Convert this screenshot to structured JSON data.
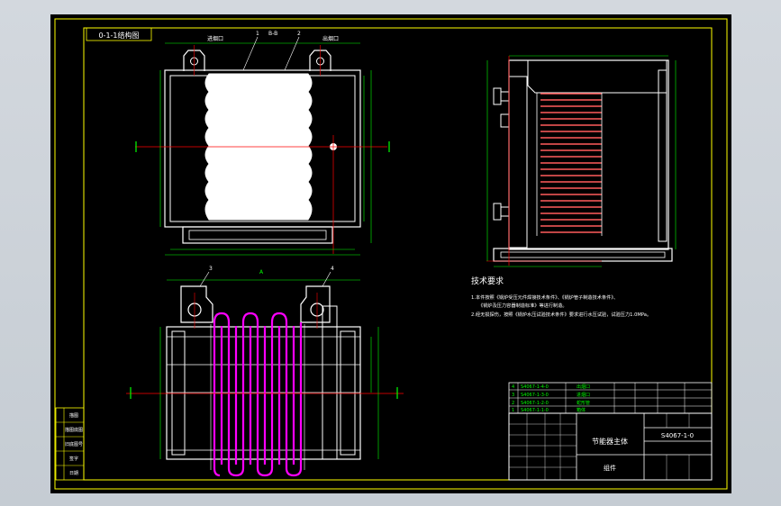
{
  "colors": {
    "background": "#000000",
    "frame": "#ffff00",
    "part": "#ffffff",
    "tube": "#ff00ff",
    "centerline": "#ff0000",
    "dimension": "#00ff00",
    "table_text": "#00ff00"
  },
  "drawing": {
    "view_title": "0-1-1结构图",
    "section_label": "B-B",
    "inlet_label": "进烟口",
    "outlet_label": "出烟口",
    "part_callouts": [
      "1",
      "2",
      "3",
      "4"
    ],
    "axis_label": "A",
    "technical_title": "技术要求",
    "technical_notes": [
      "1.本件按照《锅炉受压元件焊接技术条件》、《锅炉管子制造技术条件》、",
      "《锅炉及压力容器制造标准》等进行制造。",
      "2.经无损探伤，按照《锅炉水压试验技术条件》要求进行水压试验，试验压力1.0MPa。"
    ]
  },
  "title_block": {
    "side_labels": [
      "描图",
      "描图底图",
      "旧底图号",
      "签字",
      "日期"
    ],
    "bom_rows": [
      [
        "4",
        "S4067-1-4-0",
        "出烟口"
      ],
      [
        "3",
        "S4067-1-3-0",
        "进烟口"
      ],
      [
        "2",
        "S4067-1-2-0",
        "蛇形管"
      ],
      [
        "1",
        "S4067-1-1-0",
        "箱体"
      ]
    ],
    "name": "节能器主体",
    "drawing_no": "S4067-1-0",
    "sub": "组件"
  }
}
